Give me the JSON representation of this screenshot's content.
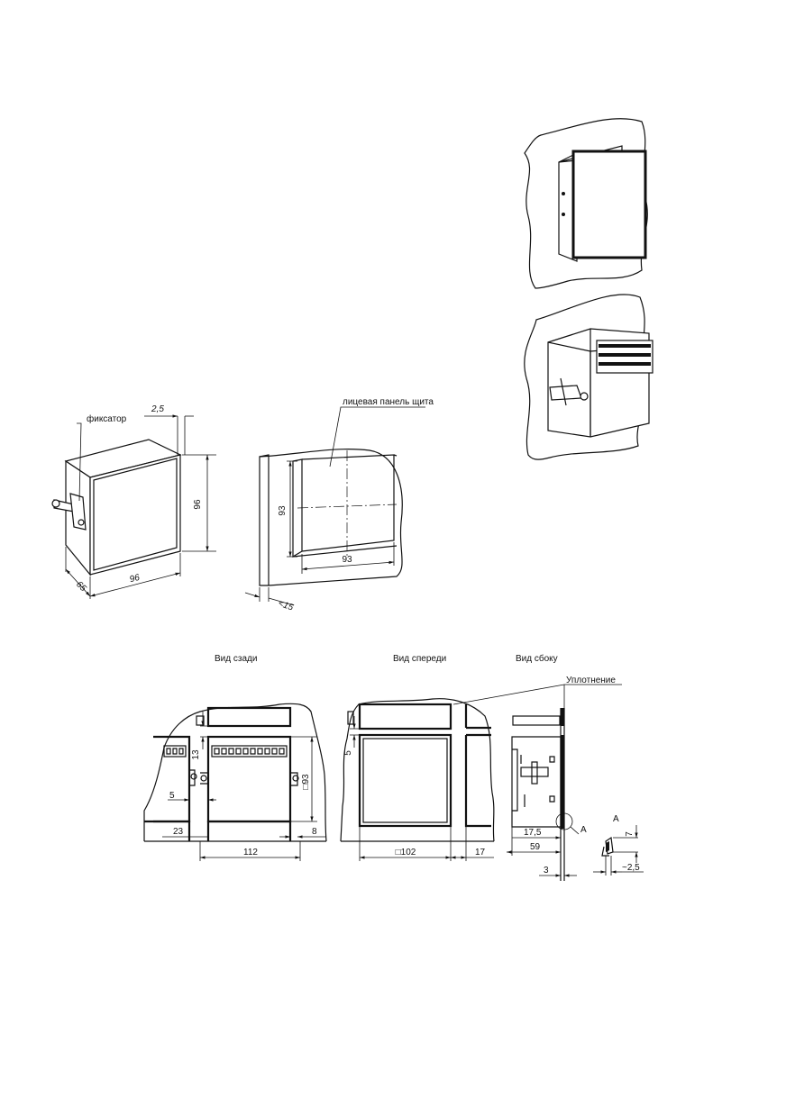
{
  "labels": {
    "retainer": "фиксатор",
    "panel_face": "лицевая панель щита",
    "view_rear": "Вид сзади",
    "view_front": "Вид спереди",
    "view_side": "Вид сбоку",
    "seal": "Уплотнение",
    "detail_a": "А",
    "detail_a_mark": "А"
  },
  "dims": {
    "iso_gap": "2,5",
    "iso_height": "96",
    "iso_width": "96",
    "iso_depth": "65",
    "cut_h": "93",
    "cut_w": "93",
    "wall_thk": "<15",
    "rear_13": "13",
    "rear_5": "5",
    "rear_23": "23",
    "rear_8": "8",
    "rear_112": "112",
    "rear_93": "□93",
    "front_5": "5",
    "front_102": "□102",
    "front_17": "17",
    "side_175": "17,5",
    "side_59": "59",
    "side_3": "3",
    "det_7": "7",
    "det_25": "~2,5"
  }
}
